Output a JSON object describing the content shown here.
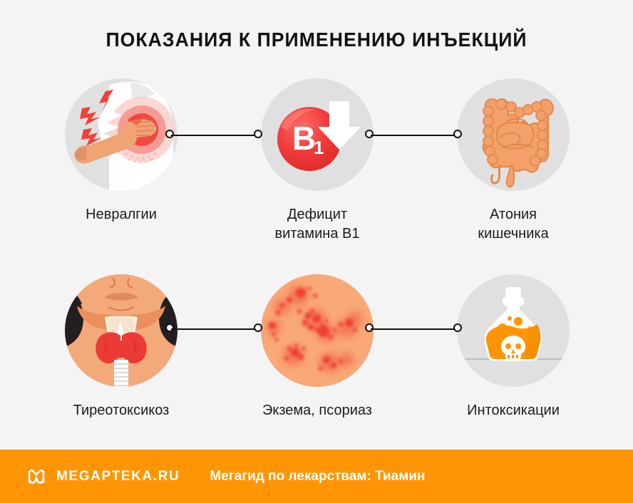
{
  "page": {
    "title": "ПОКАЗАНИЯ К ПРИМЕНЕНИЮ ИНЪЕКЦИЙ",
    "background_color": "#f4f4f4",
    "circle_color": "#e0e0e0",
    "accent_color": "#ff9505",
    "text_color": "#1c1c1c"
  },
  "items": [
    {
      "label": "Невралгии",
      "icon": "shoulder-pain-icon",
      "colors": {
        "skin": "#f0a373",
        "pain": "#ef4136",
        "body": "#ffffff"
      }
    },
    {
      "label": "Дефицит\nвитамина B1",
      "label_line1": "Дефицит",
      "label_line2": "витамина B1",
      "icon": "vitamin-b1-deficiency-icon",
      "badge_text": "B",
      "badge_subscript": "1",
      "colors": {
        "sphere": "#ef3b3b",
        "arrow": "#ffffff"
      }
    },
    {
      "label": "Атония\nкишечника",
      "label_line1": "Атония",
      "label_line2": "кишечника",
      "icon": "intestines-icon",
      "colors": {
        "organ": "#f4a06a",
        "outline": "#e08a4e"
      }
    },
    {
      "label": "Тиреотоксикоз",
      "icon": "thyroid-gland-icon",
      "colors": {
        "skin": "#f4a97a",
        "hair": "#231f20",
        "gland": "#ec3a36",
        "trachea": "#ffffff"
      }
    },
    {
      "label": "Экзема, псориаз",
      "icon": "skin-rash-icon",
      "colors": {
        "skin": "#f9a877",
        "spots": "#ef4136"
      }
    },
    {
      "label": "Интоксикации",
      "icon": "poison-bottle-icon",
      "colors": {
        "liquid": "#ff9505",
        "glass": "#ffffff",
        "shelf": "#bdbdbd"
      }
    }
  ],
  "connectors": [
    {
      "from": "Невралгии",
      "to": "Дефицит витамина B1"
    },
    {
      "from": "Дефицит витамина B1",
      "to": "Атония кишечника"
    },
    {
      "from": "Тиреотоксикоз",
      "to": "Экзема, псориаз"
    },
    {
      "from": "Экзема, псориаз",
      "to": "Интоксикации"
    }
  ],
  "footer": {
    "brand": "MEGAPTEKA.RU",
    "tagline": "Мегагид по лекарствам: Тиамин",
    "logo_icon": "megapteka-m-logo-icon",
    "background_color": "#ff9505"
  }
}
